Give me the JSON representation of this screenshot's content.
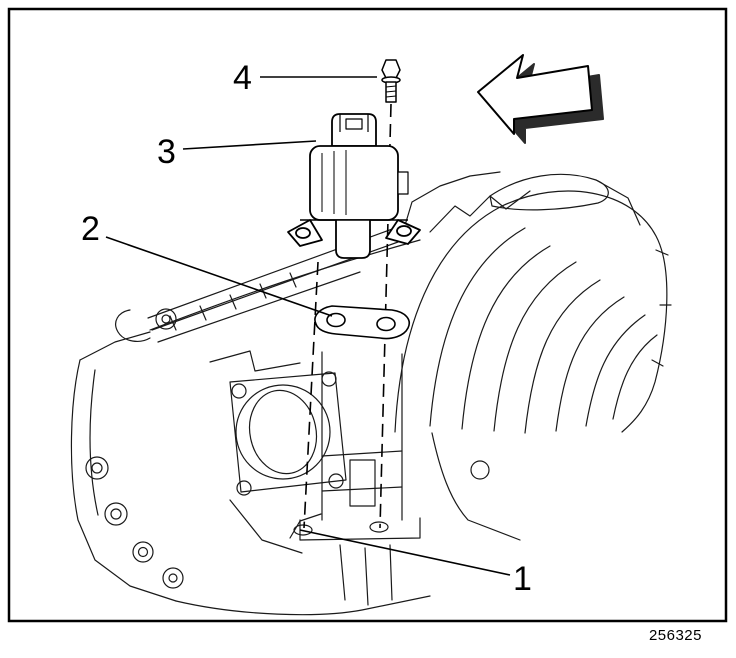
{
  "figure": {
    "number": "256325",
    "callouts": [
      {
        "label": "1"
      },
      {
        "label": "2"
      },
      {
        "label": "3"
      },
      {
        "label": "4"
      }
    ]
  }
}
